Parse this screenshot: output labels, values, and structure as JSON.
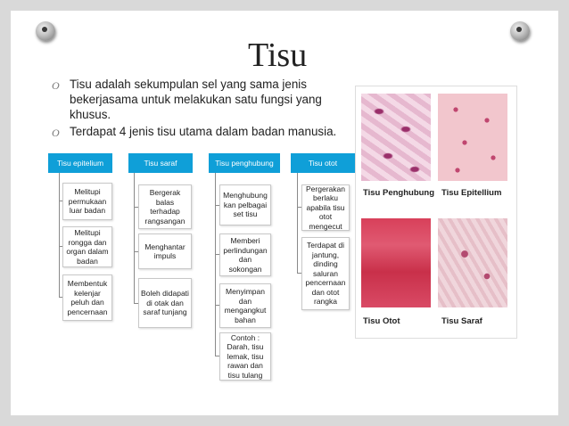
{
  "title": "Tisu",
  "bullets": [
    {
      "mark": "O",
      "text": "Tisu adalah sekumpulan sel yang sama jenis bekerjasama untuk melakukan satu fungsi yang khusus."
    },
    {
      "mark": "O",
      "text": "Terdapat 4 jenis tisu utama dalam badan manusia."
    }
  ],
  "columns": [
    {
      "header": "Tisu epitelium",
      "items": [
        "Melitupi permukaan luar badan",
        "Melitupi rongga dan organ dalam badan",
        "Membentuk kelenjar peluh dan pencernaan"
      ]
    },
    {
      "header": "Tisu saraf",
      "items": [
        "Bergerak balas terhadap rangsangan",
        "Menghantar impuls",
        "Boleh didapati di otak dan saraf tunjang"
      ]
    },
    {
      "header": "Tisu penghubung",
      "items": [
        "Menghubung kan pelbagai set tisu",
        "Memberi perlindungan dan sokongan",
        "Menyimpan dan mengangkut bahan",
        "Contoh : Darah, tisu lemak, tisu rawan dan tisu tulang"
      ]
    },
    {
      "header": "Tisu otot",
      "items": [
        "Pergerakan berlaku apabila tisu otot mengecut",
        "Terdapat di jantung, dinding saluran pencernaan dan otot rangka"
      ]
    }
  ],
  "photos": [
    "Tisu Penghubung",
    "Tisu Epitellium",
    "Tisu Otot",
    "Tisu Saraf"
  ]
}
